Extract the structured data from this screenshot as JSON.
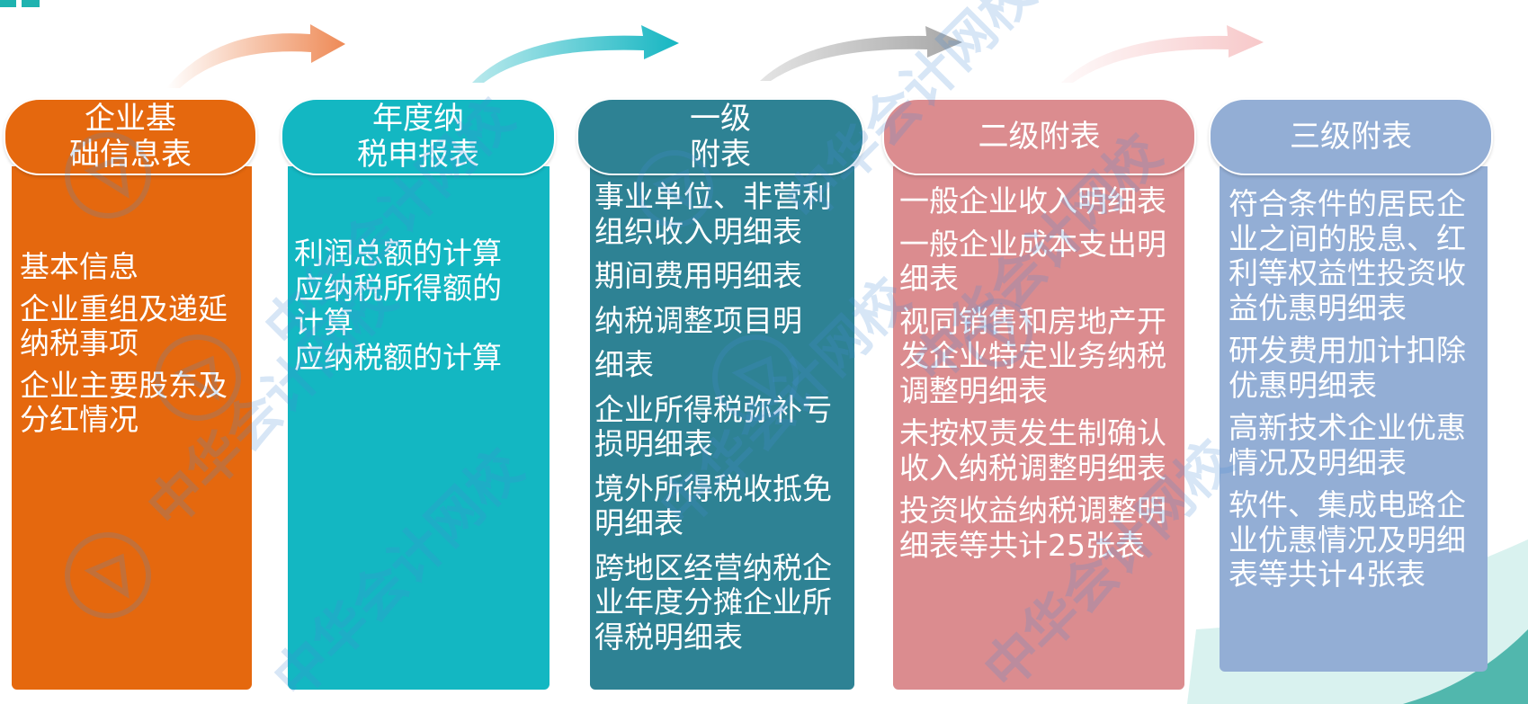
{
  "colors": {
    "orange": "#e5680e",
    "teal": "#13b7c2",
    "dark_teal": "#2e8294",
    "pink": "#db8c8f",
    "blue": "#93aed5",
    "arrow_orange": "#ee8a56",
    "arrow_teal": "#16b6c2",
    "arrow_gray": "#a6a6a6",
    "arrow_pink": "#f7c8c9"
  },
  "columns": [
    {
      "header_lines": [
        "企业基",
        "础信息表"
      ],
      "items": [
        [
          "基本信息"
        ],
        [
          "企业重组及递延",
          "纳税事项"
        ],
        [
          "企业主要股东及",
          "分红情况"
        ]
      ]
    },
    {
      "header_lines": [
        "年度纳",
        "税申报表"
      ],
      "items": [
        [
          "利润总额的计算"
        ],
        [
          "应纳税所得额的",
          "计算"
        ],
        [
          "应纳税额的计算"
        ]
      ]
    },
    {
      "header_lines": [
        "一级",
        "附表"
      ],
      "items": [
        [
          "事业单位、非营利",
          "组织收入明细表"
        ],
        [
          "期间费用明细表"
        ],
        [
          "纳税调整项目明"
        ],
        [
          "细表"
        ],
        [
          "企业所得税弥补亏",
          "损明细表"
        ],
        [
          "境外所得税收抵免",
          "明细表"
        ],
        [
          "跨地区经营纳税企",
          "业年度分摊企业所",
          "得税明细表"
        ]
      ]
    },
    {
      "header_lines": [
        "二级附表"
      ],
      "items": [
        [
          "一般企业收入明细表"
        ],
        [
          "一般企业成本支出明",
          "细表"
        ],
        [
          "视同销售和房地产开",
          "发企业特定业务纳税",
          "调整明细表"
        ],
        [
          "未按权责发生制确认",
          "收入纳税调整明细表"
        ],
        [
          "投资收益纳税调整明",
          "细表等共计25张表"
        ]
      ]
    },
    {
      "header_lines": [
        "三级附表"
      ],
      "items": [
        [
          "符合条件的居民企",
          "业之间的股息、红",
          "利等权益性投资收",
          "益优惠明细表"
        ],
        [
          "研发费用加计扣除",
          "优惠明细表"
        ],
        [
          "高新技术企业优惠",
          "情况及明细表"
        ],
        [
          "软件、集成电路企",
          "业优惠情况及明细",
          "表等共计4张表"
        ]
      ]
    }
  ],
  "watermark": {
    "text": "中华会计网校"
  }
}
